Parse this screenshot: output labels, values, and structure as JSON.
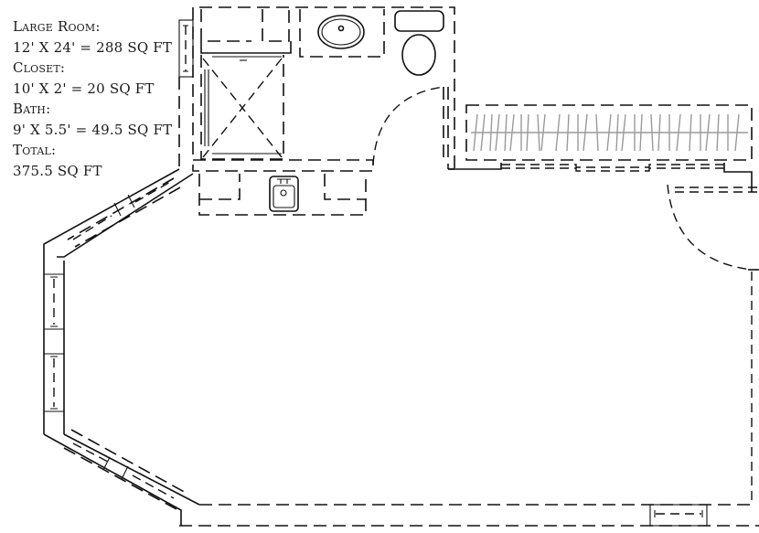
{
  "plan": {
    "title": "Floor plan with room areas",
    "stroke_color": "#111111",
    "background": "#ffffff"
  },
  "legend": {
    "large_room_label": "Large Room:",
    "large_room_calc": "12' X 24' = 288 SQ FT",
    "closet_label": "Closet:",
    "closet_calc": "10' X 2' = 20 SQ FT",
    "bath_label": "Bath:",
    "bath_calc": "9' X 5.5' = 49.5 SQ FT",
    "total_label": "Total:",
    "total_calc": "375.5 SQ FT"
  },
  "fixtures": {
    "shower": "shower-stall",
    "bath_sink": "oval-lavatory-sink",
    "toilet": "toilet",
    "kitchen_sink": "bar-sink",
    "closet_rod": "hanging-rod-with-hangers",
    "doors": [
      "bath-door-swing",
      "entry-door-swing"
    ],
    "windows": [
      "angled-windows-upper-left",
      "left-wall-windows",
      "angled-windows-lower-left",
      "bottom-wall-window",
      "bath-side-window"
    ]
  }
}
